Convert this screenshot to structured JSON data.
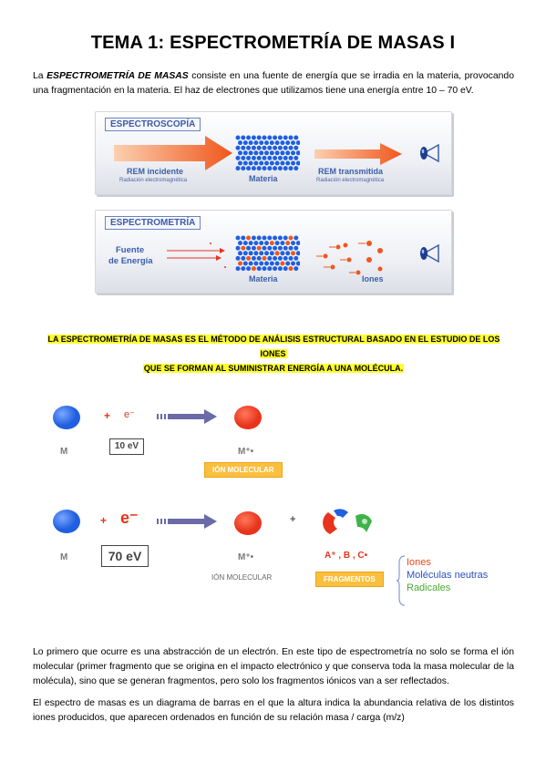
{
  "title": "TEMA 1: ESPECTROMETRÍA DE MASAS I",
  "intro": {
    "lead": "La ",
    "term": "ESPECTROMETRÍA DE MASAS",
    "rest": " consiste en una fuente de energía que se irradia en la materia, provocando una fragmentación en la materia. El haz de electrones que utilizamos tiene una energía entre 10 – 70 eV."
  },
  "diagram1": {
    "label": "ESPECTROSCOPÍA",
    "incident": "REM incidente",
    "incident_sub": "Radiación electromagnética",
    "matter": "Materia",
    "transmitted": "REM transmitida",
    "transmitted_sub": "Radiación electromagnética"
  },
  "diagram2": {
    "label": "ESPECTROMETRÍA",
    "source_line1": "Fuente",
    "source_line2": "de Energía",
    "matter": "Materia",
    "ions": "Iones"
  },
  "highlight": {
    "line1": "LA ESPECTROMETRÍA DE MASAS ES EL MÉTODO DE ANÁLISIS ESTRUCTURAL BASADO EN EL ESTUDIO DE LOS IONES",
    "line2": "QUE SE FORMAN AL SUMINISTRAR ENERGÍA A UNA MOLÉCULA."
  },
  "reaction1": {
    "plus": "+",
    "electron": "e⁻",
    "molecule": "M",
    "energy": "10 eV",
    "product": "M⁺•",
    "product_tag": "IÓN MOLECULAR"
  },
  "reaction2": {
    "plus": "+",
    "electron": "e⁻",
    "molecule": "M",
    "energy": "70 eV",
    "product": "M⁺•",
    "product_label": "IÓN MOLECULAR",
    "plus2": "+",
    "fragments": "A⁺ , B , C•",
    "fragments_tag": "FRAGMENTOS",
    "types": [
      "Iones",
      "Moléculas neutras",
      "Radicales"
    ]
  },
  "colors": {
    "blue_sphere": "#1f5fe0",
    "red_sphere": "#e8341c",
    "green_fragment": "#3fb24a",
    "arrow_orange": "#f0561c",
    "highlight": "#ffff2e",
    "ions_color": "#e8461c",
    "neutral_color": "#2e4fc2",
    "radical_color": "#4aa832"
  },
  "para2": "Lo primero que ocurre es una abstracción de un electrón. En este tipo de espectrometría no solo se forma el ión molecular (primer fragmento que se origina en el impacto electrónico y que conserva toda la masa molecular de la molécula), sino que se generan fragmentos, pero solo los fragmentos iónicos van a ser reflectados.",
  "para3": "El espectro de masas es un diagrama de barras en el que la altura indica la abundancia relativa de los distintos iones producidos, que aparecen ordenados en función de su relación masa / carga (m/z)"
}
